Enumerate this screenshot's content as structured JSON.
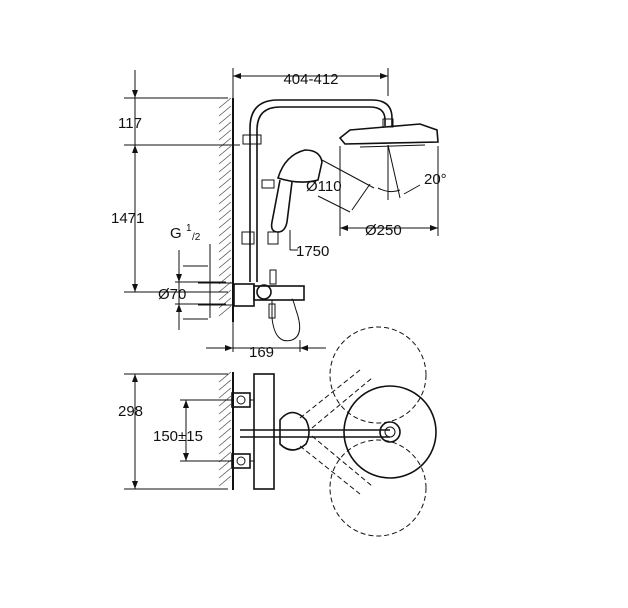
{
  "dimensions": {
    "rail_width": "404-412",
    "top_offset": "117",
    "total_height": "1471",
    "connection_label": "G",
    "connection_sup": "1",
    "connection_sub": "/2",
    "hand_shower_dia": "Ø110",
    "head_tilt": "20°",
    "head_dia": "Ø250",
    "hose_length": "1750",
    "valve_body_dia": "Ø70",
    "projection": "169",
    "plan_depth": "298",
    "center_distance": "150±15"
  }
}
